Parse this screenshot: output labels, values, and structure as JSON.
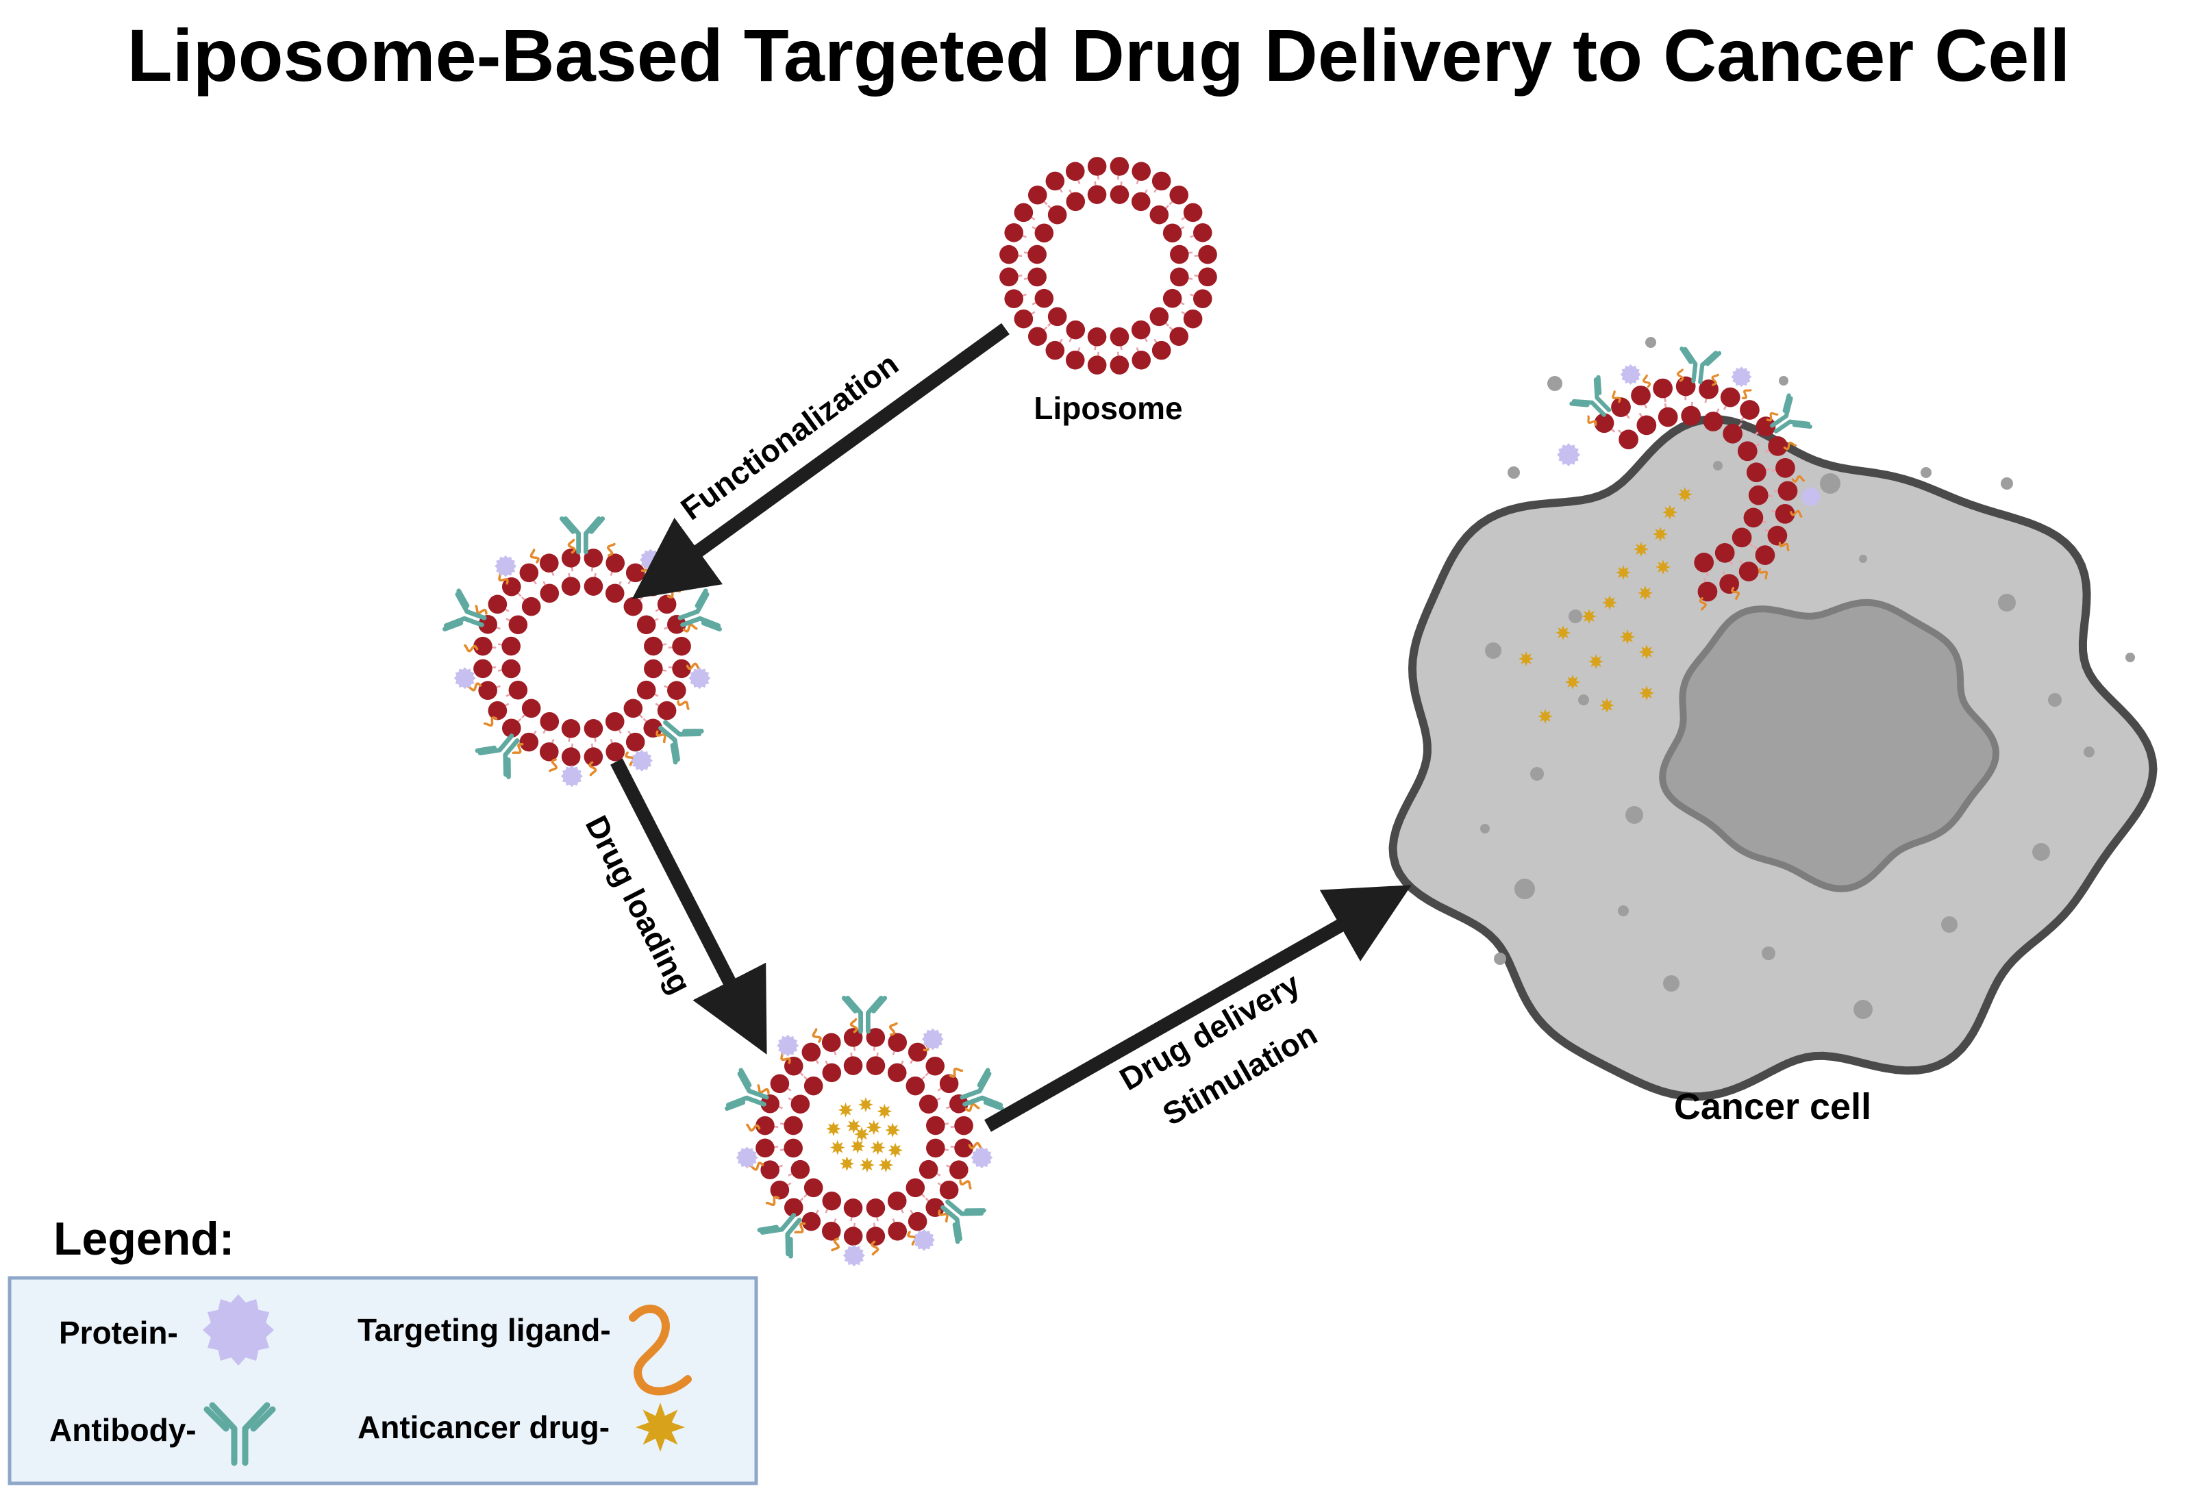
{
  "title": "Liposome-Based Targeted Drug Delivery to Cancer Cell",
  "labels": {
    "liposome": "Liposome",
    "functionalization": "Functionalization",
    "drug_loading": "Drug loading",
    "drug_delivery": "Drug delivery",
    "stimulation": "Stimulation",
    "cancer_cell": "Cancer cell"
  },
  "legend": {
    "title": "Legend:",
    "items": [
      {
        "label": "Protein-",
        "icon": "protein-icon"
      },
      {
        "label": "Targeting ligand-",
        "icon": "targeting-ligand-icon"
      },
      {
        "label": "Antibody-",
        "icon": "antibody-icon"
      },
      {
        "label": "Anticancer drug-",
        "icon": "anticancer-drug-icon"
      }
    ]
  },
  "colors": {
    "lipid_head": "#a01c24",
    "lipid_tail": "#e8a3ad",
    "antibody": "#5fa9a0",
    "protein": "#c7bff0",
    "ligand": "#e58a2a",
    "drug": "#d9a21b",
    "cell_fill": "#c5c5c5",
    "cell_stroke": "#4a4a4a",
    "nucleus_fill": "#a1a1a1",
    "arrow": "#1e1e1e",
    "legend_bg": "#eaf2fa",
    "legend_border": "#8ea6c8"
  }
}
